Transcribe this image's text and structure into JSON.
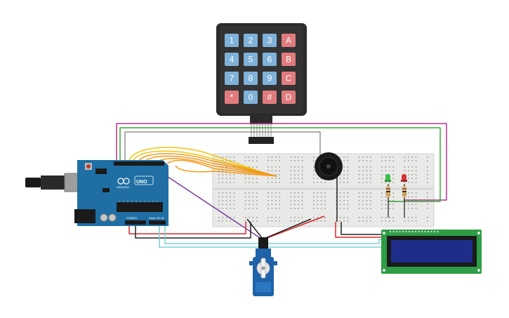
{
  "keypad": {
    "rows": [
      [
        "1",
        "2",
        "3",
        "A"
      ],
      [
        "4",
        "5",
        "6",
        "B"
      ],
      [
        "7",
        "8",
        "9",
        "C"
      ],
      [
        "*",
        "0",
        "#",
        "D"
      ]
    ]
  },
  "arduino": {
    "brand": "ARDUINO",
    "model": "UNO",
    "header_power": "POWER",
    "header_analog": "ANALOG IN"
  },
  "lcd": {},
  "colors": {
    "key_blue": "#7fb2d9",
    "key_red": "#e07b7e",
    "arduino_blue": "#1f6fa4",
    "breadboard": "#e9e9e7",
    "wire_orange": "#f29a1c",
    "wire_yellow": "#f1c40f",
    "wire_red": "#d62728",
    "wire_black": "#222222",
    "wire_green": "#3aa53a",
    "wire_magenta": "#b0378c",
    "wire_purple": "#7b3fa0",
    "wire_teal": "#7fcfd0",
    "lcd_screen": "#1f2d8a",
    "lcd_board": "#2e9d45"
  }
}
